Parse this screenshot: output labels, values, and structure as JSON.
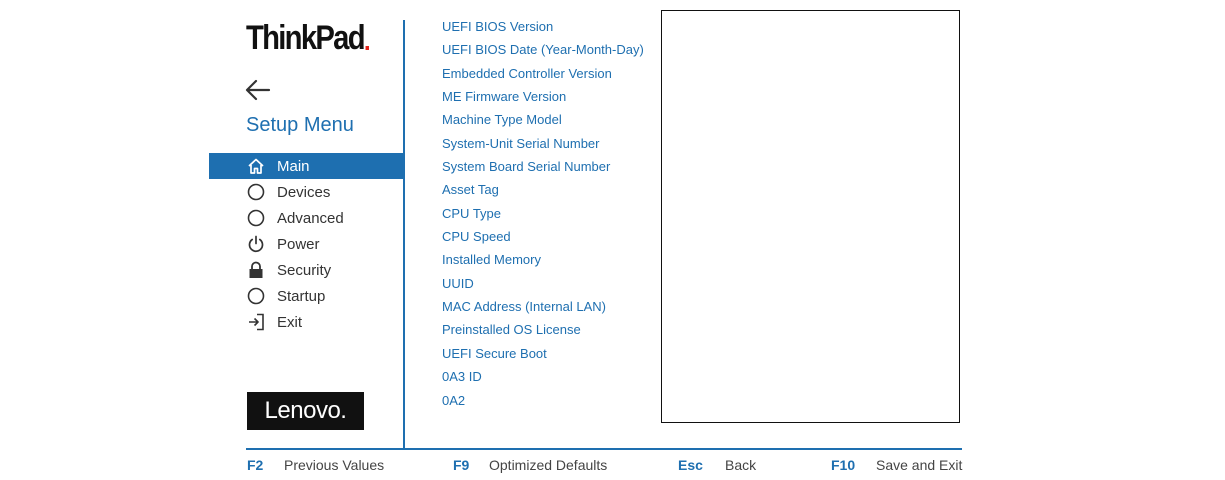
{
  "brand": {
    "logo_text": "ThinkPad",
    "vendor_logo": "Lenovo."
  },
  "menu": {
    "title": "Setup Menu",
    "back_icon": "back-arrow-icon",
    "items": [
      {
        "label": "Main",
        "icon": "home-icon",
        "active": true
      },
      {
        "label": "Devices",
        "icon": "circle-icon",
        "active": false
      },
      {
        "label": "Advanced",
        "icon": "circle-icon",
        "active": false
      },
      {
        "label": "Power",
        "icon": "power-icon",
        "active": false
      },
      {
        "label": "Security",
        "icon": "lock-icon",
        "active": false
      },
      {
        "label": "Startup",
        "icon": "circle-icon",
        "active": false
      },
      {
        "label": "Exit",
        "icon": "exit-icon",
        "active": false
      }
    ]
  },
  "main": {
    "fields": [
      "UEFI BIOS Version",
      "UEFI BIOS Date (Year-Month-Day)",
      "Embedded Controller Version",
      "ME Firmware Version",
      "Machine Type Model",
      "System-Unit Serial Number",
      "System Board Serial Number",
      "Asset Tag",
      "CPU Type",
      "CPU Speed",
      "Installed Memory",
      "UUID",
      "MAC Address (Internal LAN)",
      "Preinstalled OS License",
      "UEFI Secure Boot",
      "0A3 ID",
      "0A2"
    ]
  },
  "footer": {
    "keys": [
      {
        "key": "F2",
        "label": "Previous Values"
      },
      {
        "key": "F9",
        "label": "Optimized Defaults"
      },
      {
        "key": "Esc",
        "label": "Back"
      },
      {
        "key": "F10",
        "label": "Save and Exit"
      }
    ]
  },
  "colors": {
    "accent": "#1e6fb0",
    "text": "#333333",
    "logo_red": "#e2231a"
  }
}
